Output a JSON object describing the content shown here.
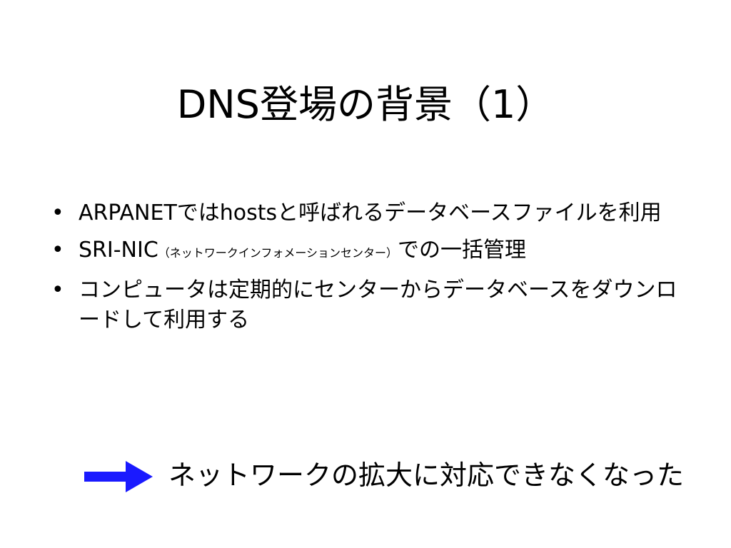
{
  "slide": {
    "title": "DNS登場の背景（1）",
    "bullets": [
      {
        "marker": "•",
        "text": "ARPANETではhostsと呼ばれるデータベースファイルを利用"
      },
      {
        "marker": "•",
        "main": "SRI-NIC",
        "small": "（ネットワークインフォメーションセンター）",
        "tail": "での一括管理"
      },
      {
        "marker": "•",
        "text": "コンピュータは定期的にセンターからデータベースをダウンロードして利用する"
      }
    ],
    "conclusion": {
      "arrow_icon": "right-arrow-icon",
      "arrow_color": "#1a1aff",
      "text": "ネットワークの拡大に対応できなくなった"
    }
  }
}
